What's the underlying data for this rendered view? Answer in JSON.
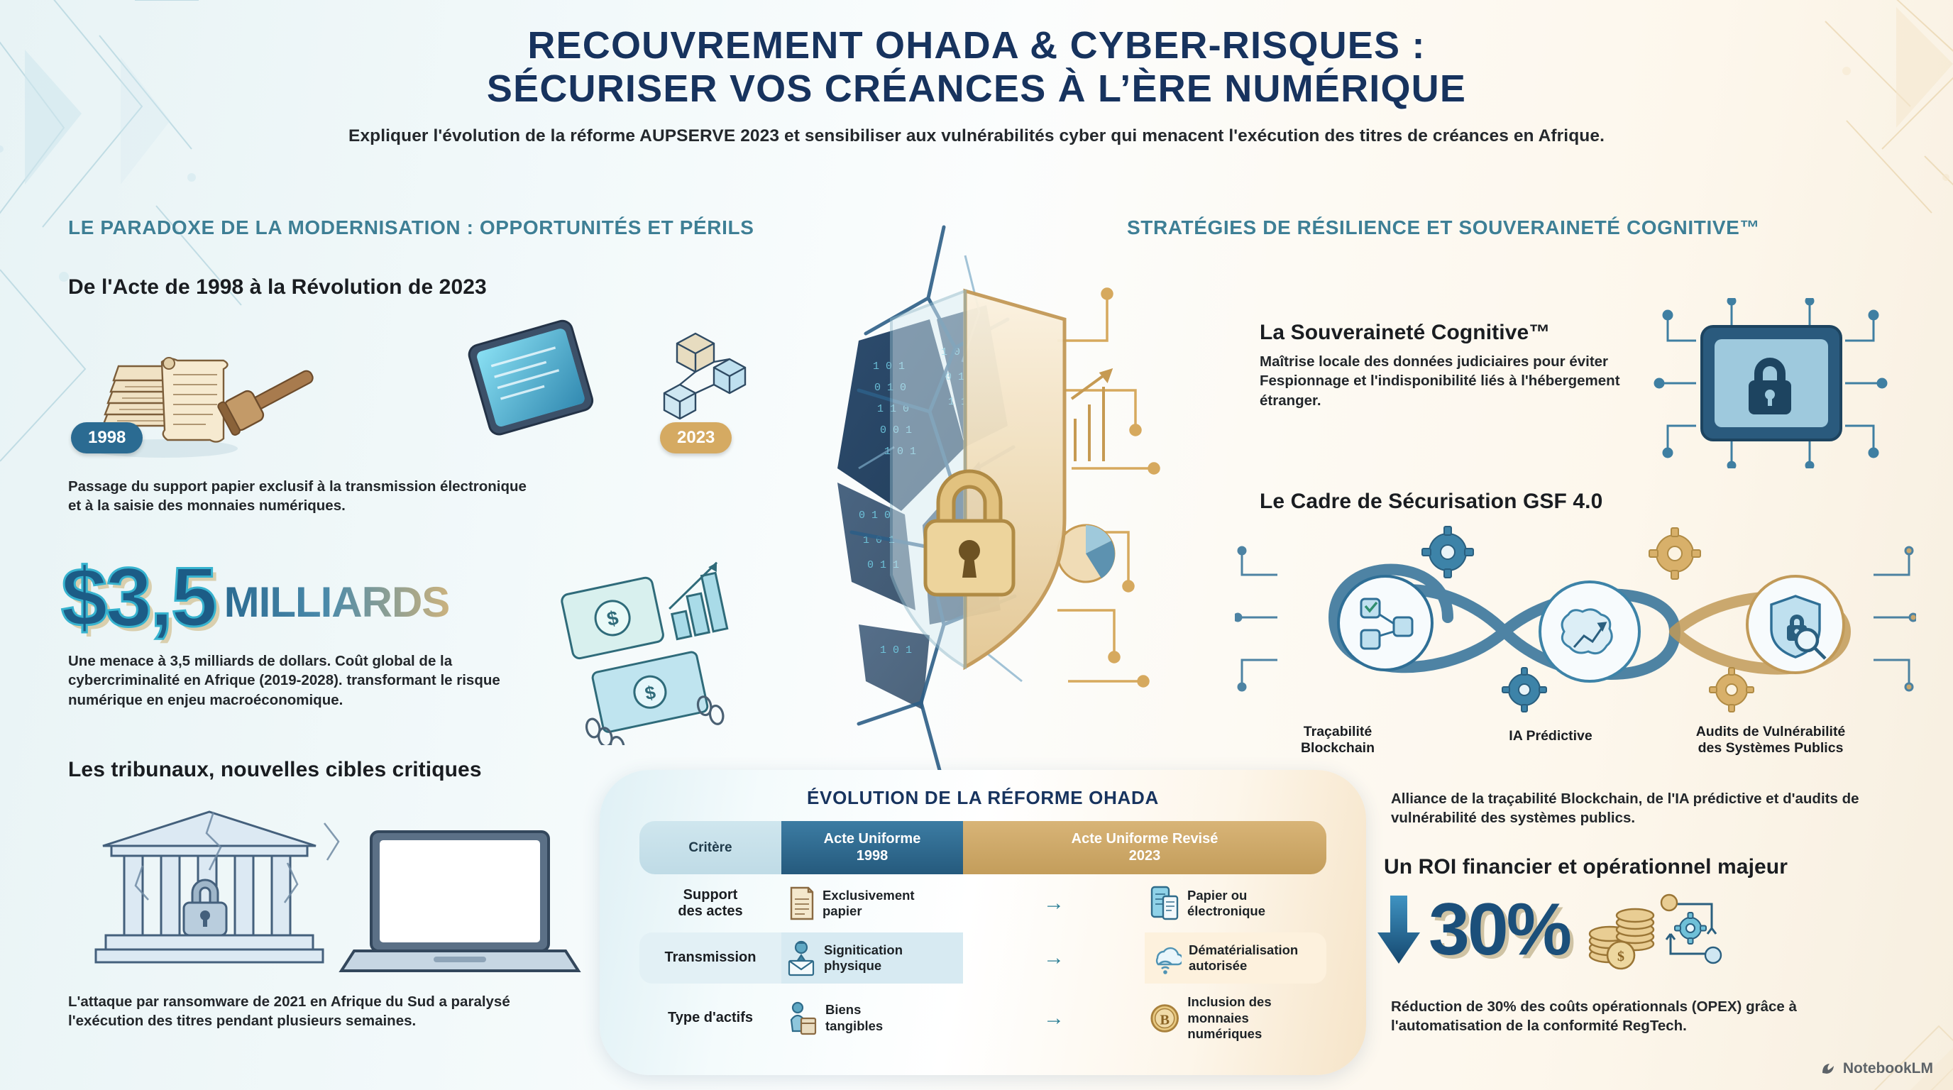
{
  "header": {
    "title_line1": "RECOUVREMENT OHADA & CYBER-RISQUES :",
    "title_line2": "SÉCURISER VOS CRÉANCES À L’ÈRE NUMÉRIQUE",
    "subtitle": "Expliquer l'évolution de la réforme AUPSERVE 2023 et sensibiliser aux vulnérabilités cyber qui menacent l'exécution des titres de créances en Afrique."
  },
  "sections": {
    "left_header": "LE PARADOXE DE LA MODERNISATION : OPPORTUNITÉS ET PÉRILS",
    "right_header": "STRATÉGIES DE RÉSILIENCE ET SOUVERAINETÉ COGNITIVE™"
  },
  "left": {
    "heading_1": "De l'Acte de 1998 à la Révolution de 2023",
    "pill_old": "1998",
    "pill_new": "2023",
    "paragraph_1": "Passage du support papier exclusif à la transmission électronique et à la saisie des monnaies numériques.",
    "stat_number": "$3,5",
    "stat_unit": "MILLIARDS",
    "paragraph_2": "Une menace à 3,5 milliards de dollars. Coût global de la cybercriminalité en Afrique (2019-2028). transformant le risque numérique en enjeu macroéconomique.",
    "heading_3": "Les tribunaux, nouvelles cibles critiques",
    "paragraph_3": "L'attaque par ransomware de 2021 en Afrique du Sud a paralysé l'exécution des titres pendant plusieurs semaines."
  },
  "right": {
    "heading_1": "La Souveraineté Cognitive™",
    "paragraph_1": "Maîtrise locale des données judiciaires pour éviter Fespionnage et l'indisponibilité liés à l'hébergement étranger.",
    "heading_2": "Le Cadre de Sécurisation GSF 4.0",
    "pillars": [
      {
        "line1": "Traçabilité",
        "line2": "Blockchain"
      },
      {
        "line1": "IA Prédictive",
        "line2": ""
      },
      {
        "line1": "Audits de Vulnérabilité",
        "line2": "des Systèmes Publics"
      }
    ],
    "paragraph_2": "Alliance de la traçabilité Blockchain, de l'IA prédictive et d'audits de vulnérabilité des systèmes publics.",
    "heading_3": "Un ROI financier et opérationnel majeur",
    "roi_number": "30%",
    "paragraph_3": "Réduction de 30% des coûts opérationnals (OPEX) grâce à l'automatisation de la conformité RegTech."
  },
  "table": {
    "title": "ÉVOLUTION DE LA RÉFORME OHADA",
    "columns": {
      "criteria": "Critère",
      "old_line1": "Acte Uniforme",
      "old_line2": "1998",
      "new_line1": "Acte Uniforme Revisé",
      "new_line2": "2023"
    },
    "rows": [
      {
        "criteria_line1": "Support",
        "criteria_line2": "des actes",
        "old_line1": "Exclusivement",
        "old_line2": "papier",
        "old_icon": "scroll-document-icon",
        "new_line1": "Papier ou",
        "new_line2": "électronique",
        "new_icon": "tablet-document-icon",
        "arrow": "→"
      },
      {
        "criteria_line1": "Transmission",
        "criteria_line2": "",
        "old_line1": "Signitication",
        "old_line2": "physique",
        "old_icon": "bailiff-envelope-icon",
        "new_line1": "Dématérialisation",
        "new_line2": "autorisée",
        "new_icon": "cloud-wifi-icon",
        "arrow": "→"
      },
      {
        "criteria_line1": "Type d'actifs",
        "criteria_line2": "",
        "old_line1": "Biens",
        "old_line2": "tangibles",
        "old_icon": "tangible-goods-icon",
        "new_line1": "Inclusion des",
        "new_line2": "monnaies numériques",
        "new_icon": "bitcoin-coin-icon",
        "arrow": "→"
      }
    ]
  },
  "brand": {
    "name": "NotebookLM",
    "icon": "notebooklm-logo-icon"
  },
  "colors": {
    "navy": "#17335e",
    "teal": "#3e7f95",
    "blue_accent": "#2b6b92",
    "gold_accent": "#c39d5b",
    "text_dark": "#1a1d21"
  }
}
